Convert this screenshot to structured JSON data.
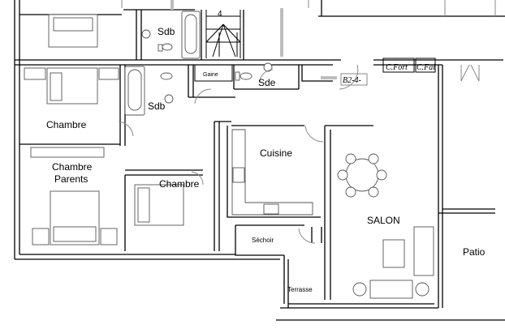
{
  "plan": {
    "rooms": {
      "sdb_top": "Sdb",
      "sdb_mid": "Sdb",
      "sde": "Sde",
      "gaine": "Gaine",
      "chambre_1": "Chambre",
      "chambre_parents_line1": "Chambre",
      "chambre_parents_line2": "Parents",
      "chambre_2": "Chambre",
      "cuisine": "Cuisine",
      "salon": "SALON",
      "patio": "Patio",
      "sechoir": "Séchoir",
      "terrasse": "Terrasse"
    },
    "tags": {
      "stair_number": "4",
      "column_tag": "B2-4-",
      "c_fort": "C.Fort",
      "c_fai": "C.Fai"
    }
  }
}
